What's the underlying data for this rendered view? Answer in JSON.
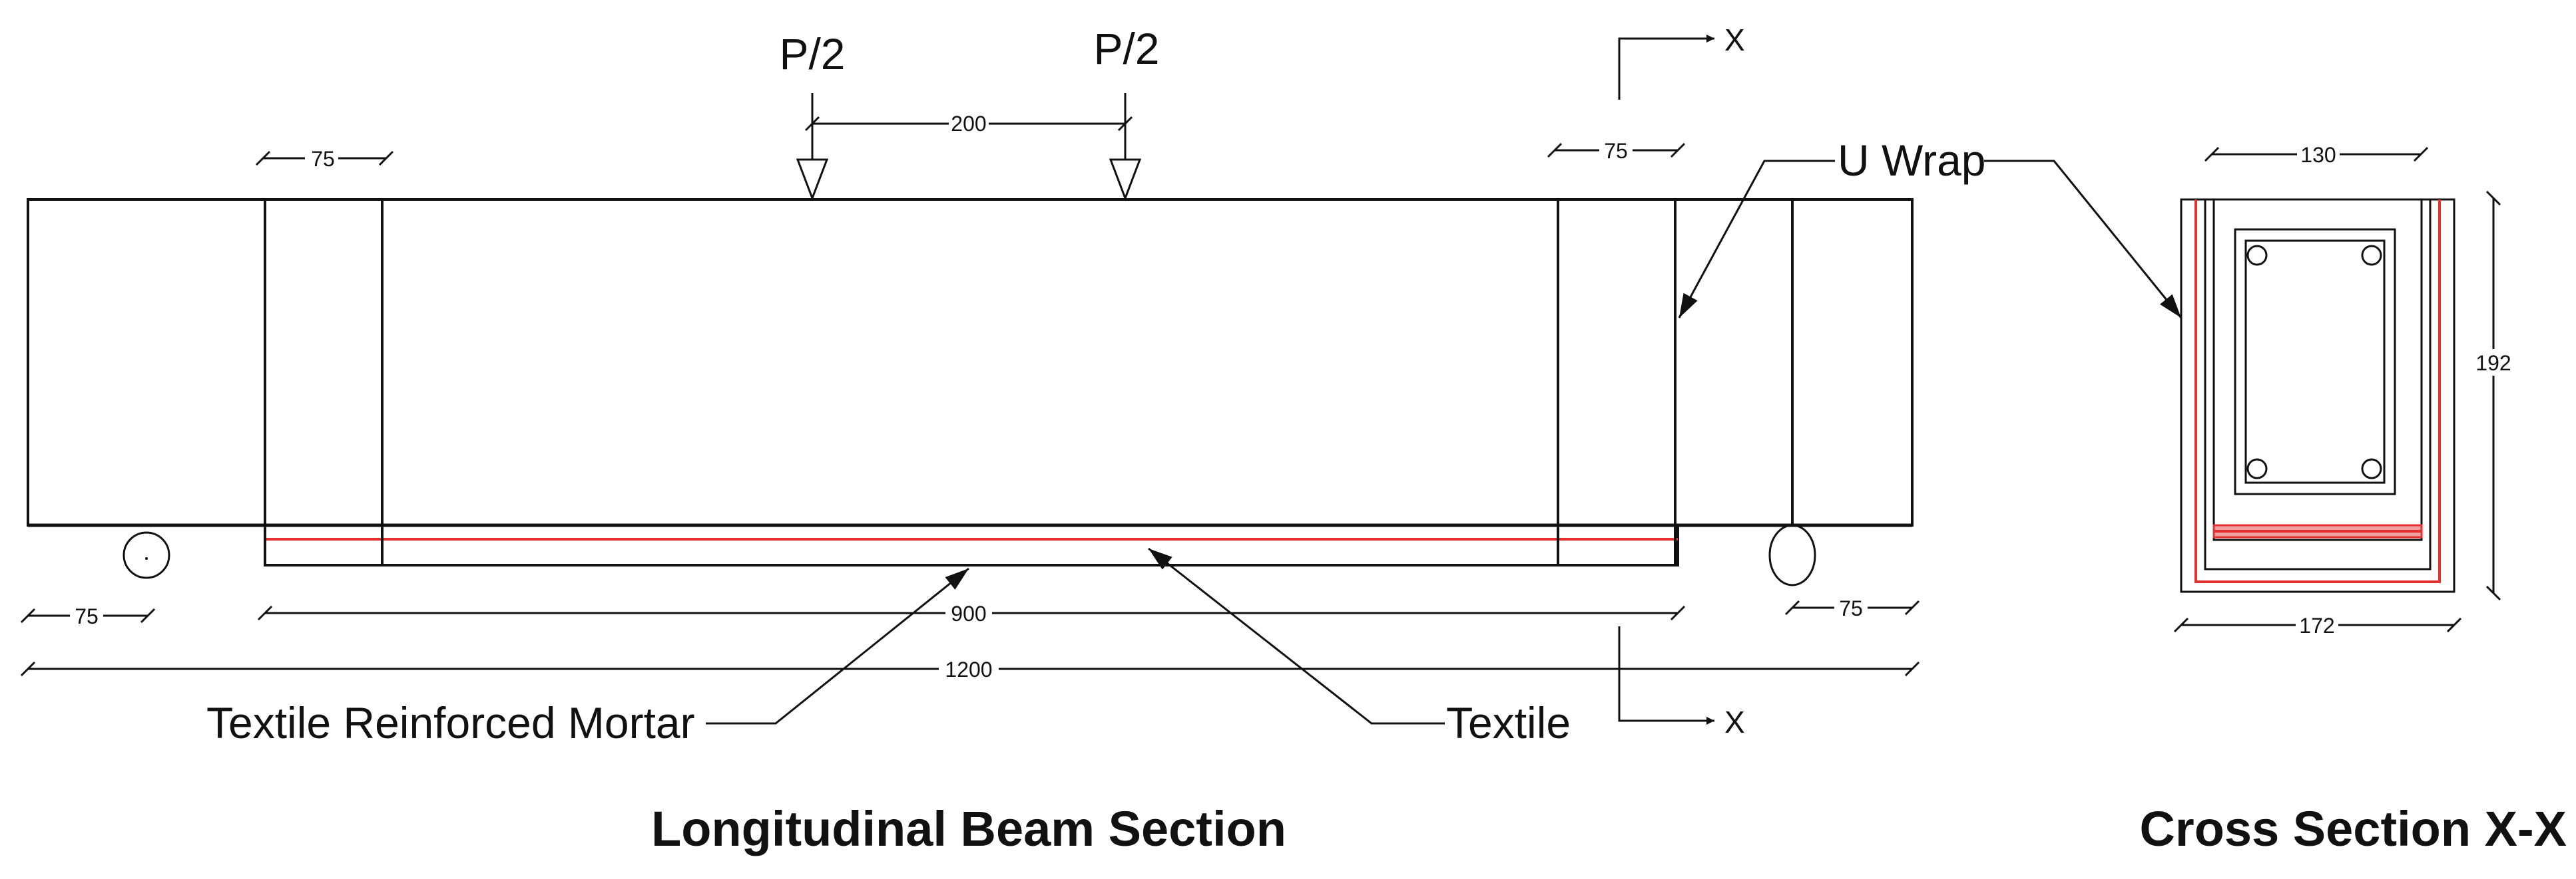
{
  "labels": {
    "load_left": "P/2",
    "load_right": "P/2",
    "u_wrap": "U Wrap",
    "trm": "Textile Reinforced Mortar",
    "textile": "Textile",
    "section_top": "X",
    "section_bottom": "X",
    "title_longitudinal": "Longitudinal Beam Section",
    "title_cross": "Cross Section X-X"
  },
  "dimensions": {
    "load_spacing": "200",
    "wrap_left": "75",
    "wrap_right": "75",
    "support_left": "75",
    "support_right": "75",
    "strengthened_length": "900",
    "total_length": "1200",
    "section_width_inner": "130",
    "section_width_outer": "172",
    "section_height": "192"
  },
  "colors": {
    "line": "#111111",
    "textile": "#e53030"
  }
}
